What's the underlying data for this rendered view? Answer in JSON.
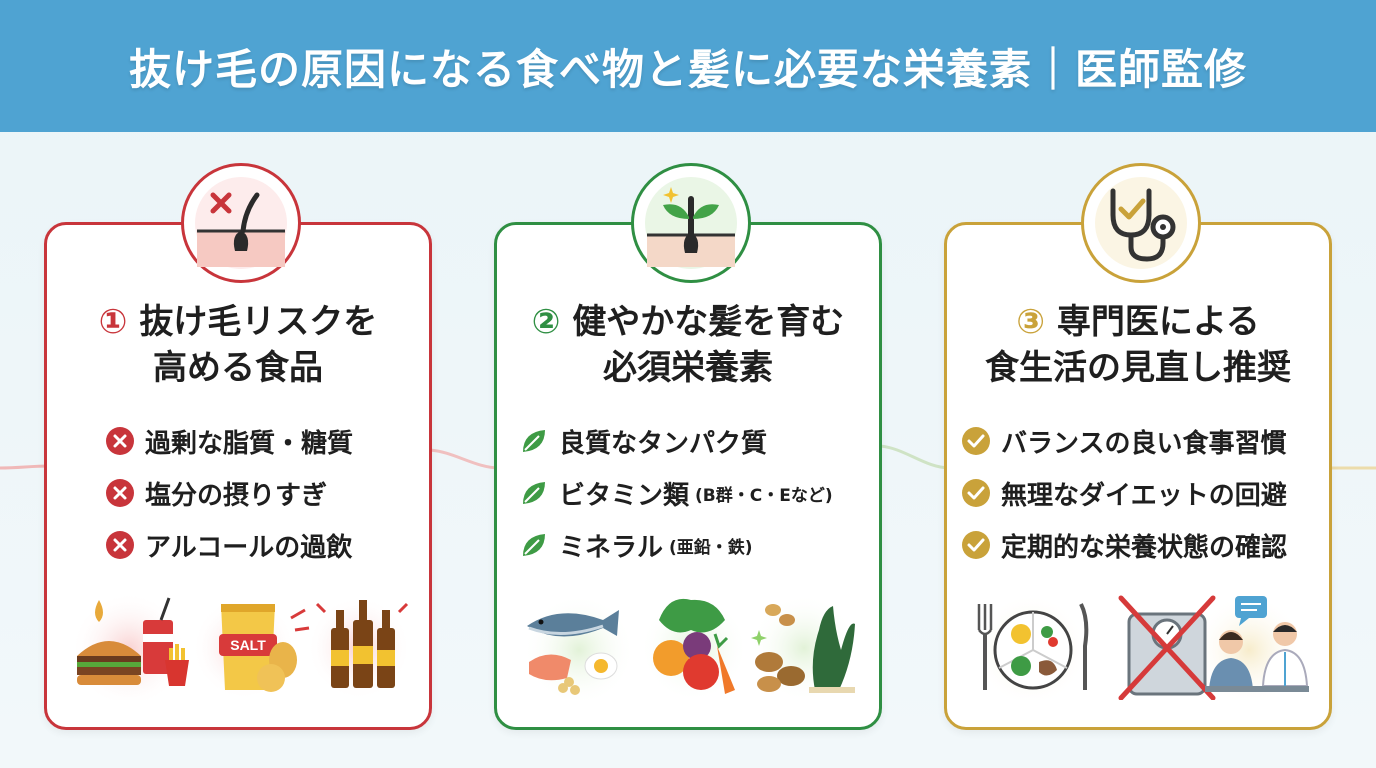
{
  "header": {
    "title": "抜け毛の原因になる食べ物と髪に必要な栄養素｜医師監修"
  },
  "colors": {
    "header": "#4fa3d2",
    "red": "#c8353b",
    "green": "#2f8f43",
    "gold": "#c9a23a"
  },
  "cards": [
    {
      "number": "①",
      "title_line1": "抜け毛リスクを",
      "title_line2": "高める食品",
      "badge_icon": "hair-loss-icon",
      "items": [
        {
          "text": "過剰な脂質・糖質",
          "note": ""
        },
        {
          "text": "塩分の摂りすぎ",
          "note": ""
        },
        {
          "text": "アルコールの過飲",
          "note": ""
        }
      ],
      "salt_label": "SALT"
    },
    {
      "number": "②",
      "title_line1": "健やかな髪を育む",
      "title_line2": "必須栄養素",
      "badge_icon": "healthy-hair-icon",
      "items": [
        {
          "text": "良質なタンパク質",
          "note": ""
        },
        {
          "text": "ビタミン類",
          "note": "(B群・C・Eなど)"
        },
        {
          "text": "ミネラル",
          "note": "(亜鉛・鉄)"
        }
      ]
    },
    {
      "number": "③",
      "title_line1": "専門医による",
      "title_line2": "食生活の見直し推奨",
      "badge_icon": "stethoscope-icon",
      "items": [
        {
          "text": "バランスの良い食事習慣",
          "note": ""
        },
        {
          "text": "無理なダイエットの回避",
          "note": ""
        },
        {
          "text": "定期的な栄養状態の確認",
          "note": ""
        }
      ]
    }
  ]
}
